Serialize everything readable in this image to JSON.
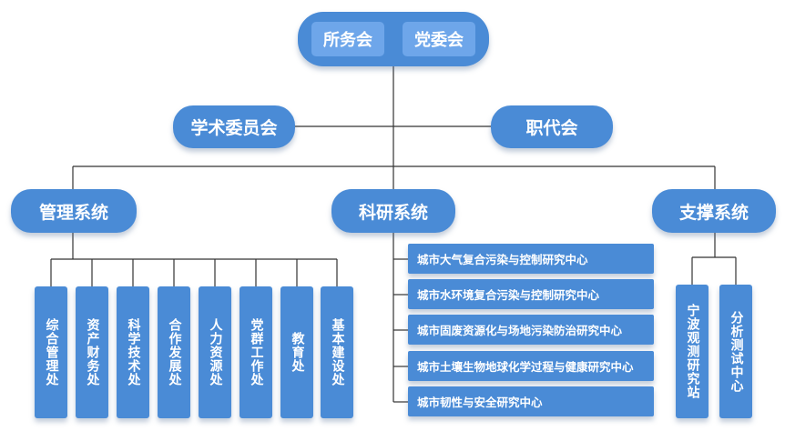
{
  "top": {
    "left_label": "所务会",
    "right_label": "党委会"
  },
  "second": {
    "left": "学术委员会",
    "right": "职代会"
  },
  "systems": {
    "management": "管理系统",
    "research": "科研系统",
    "support": "支撑系统"
  },
  "management_units": [
    "综合管理处",
    "资产财务处",
    "科学技术处",
    "合作发展处",
    "人力资源处",
    "党群工作处",
    "教育处",
    "基本建设处"
  ],
  "research_centers": [
    "城市大气复合污染与控制研究中心",
    "城市水环境复合污染与控制研究中心",
    "城市固废资源化与场地污染防治研究中心",
    "城市土壤生物地球化学过程与健康研究中心",
    "城市韧性与安全研究中心"
  ],
  "support_units": [
    "宁波观测研究站",
    "分析测试中心"
  ],
  "colors": {
    "node": "#4a8bd6",
    "inner": "#6ea6ea",
    "line": "#333333"
  }
}
